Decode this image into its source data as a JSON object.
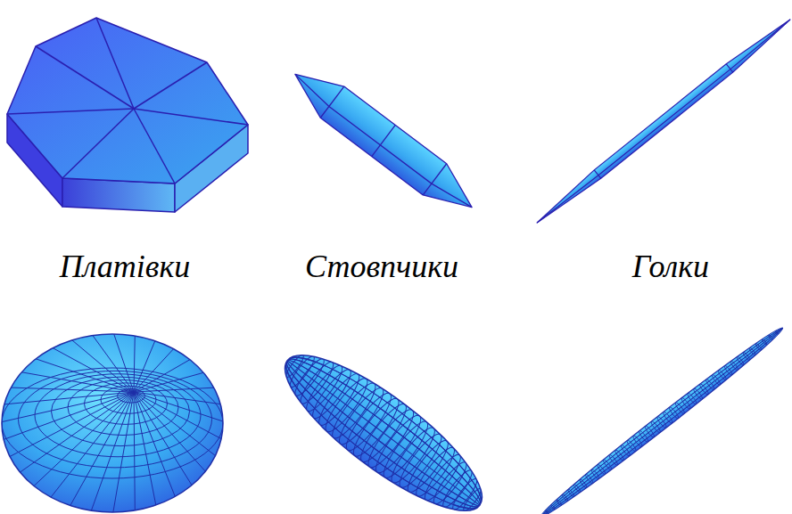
{
  "diagram": {
    "labels": [
      "Платівки",
      "Стовпчики",
      "Голки"
    ]
  }
}
